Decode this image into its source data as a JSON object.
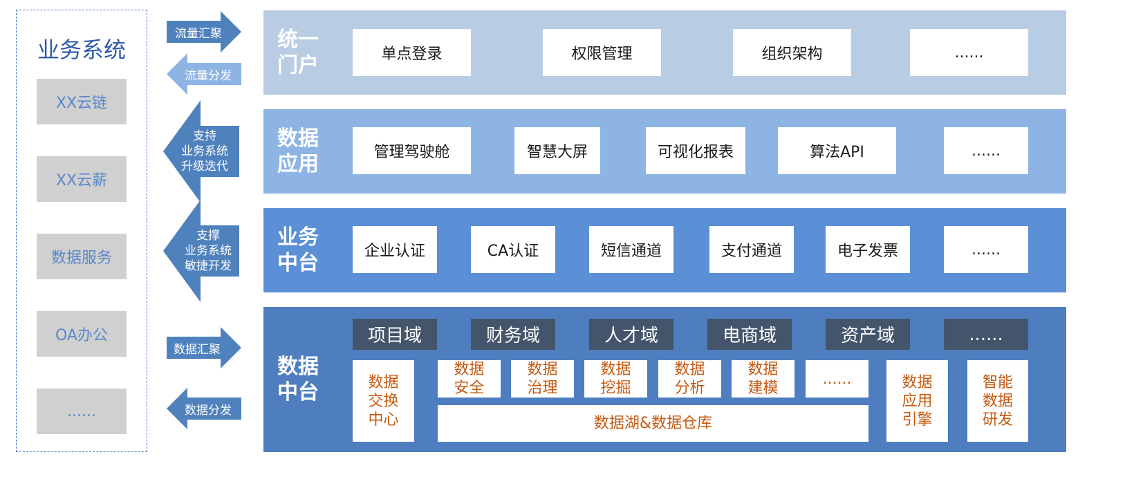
{
  "business_systems": {
    "title": "业务系统",
    "items": [
      "XX云链",
      "XX云薪",
      "数据服务",
      "OA办公",
      "......"
    ]
  },
  "arrows": {
    "flow_collect": "流量汇聚",
    "flow_distribute": "流量分发",
    "support_iteration": [
      "支持",
      "业务系统",
      "升级迭代"
    ],
    "support_agile": [
      "支撑",
      "业务系统",
      "敏捷开发"
    ],
    "data_collect": "数据汇聚",
    "data_distribute": "数据分发"
  },
  "layers": {
    "portal": {
      "title": [
        "统一",
        "门户"
      ],
      "items": [
        "单点登录",
        "权限管理",
        "组织架构",
        "......"
      ]
    },
    "data_app": {
      "title": [
        "数据",
        "应用"
      ],
      "items": [
        "管理驾驶舱",
        "智慧大屏",
        "可视化报表",
        "算法API",
        "......"
      ]
    },
    "business_center": {
      "title": [
        "业务",
        "中台"
      ],
      "items": [
        "企业认证",
        "CA认证",
        "短信通道",
        "支付通道",
        "电子发票",
        "......"
      ]
    },
    "data_center": {
      "title": [
        "数据",
        "中台"
      ],
      "domains": [
        "项目域",
        "财务域",
        "人才域",
        "电商域",
        "资产域",
        "......"
      ],
      "exchange": [
        "数据",
        "交换",
        "中心"
      ],
      "capabilities": [
        [
          "数据",
          "安全"
        ],
        [
          "数据",
          "治理"
        ],
        [
          "数据",
          "挖掘"
        ],
        [
          "数据",
          "分析"
        ],
        [
          "数据",
          "建模"
        ]
      ],
      "capability_more": "......",
      "lake": "数据湖&数据仓库",
      "engine": [
        "数据",
        "应用",
        "引擎"
      ],
      "smart": [
        "智能",
        "数据",
        "研发"
      ]
    }
  },
  "colors": {
    "portal_bg": "#b8cce4",
    "data_app_bg": "#8eb4e3",
    "business_bg": "#5b8fd6",
    "data_center_bg": "#4f7ec0",
    "domain_box": "#44546a",
    "orange_text": "#c55a11",
    "dark_arrow": "#4f81bd",
    "light_arrow": "#8eb4e3"
  }
}
